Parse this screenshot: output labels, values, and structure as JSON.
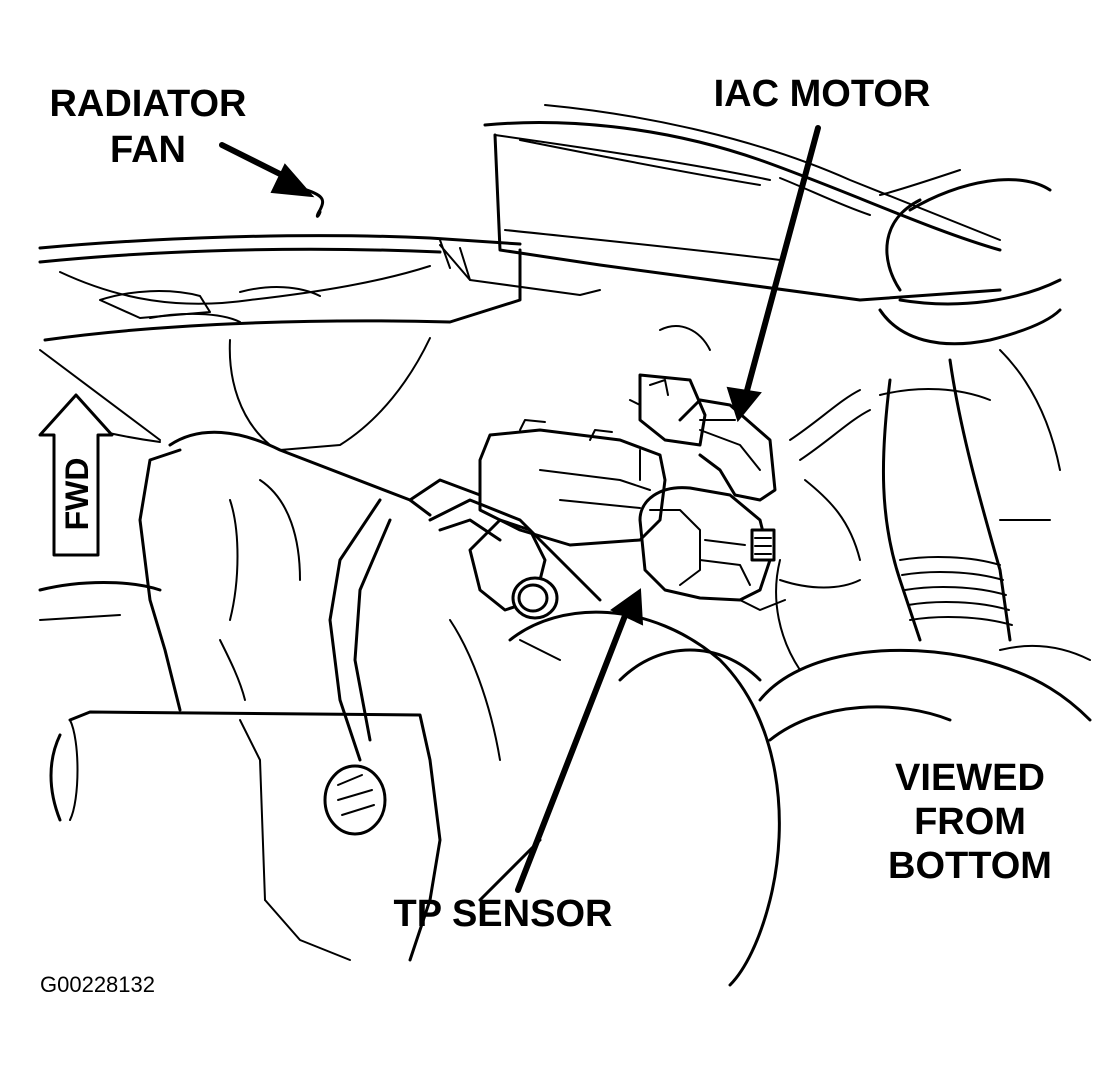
{
  "labels": {
    "radiator_fan_line1": "RADIATOR",
    "radiator_fan_line2": "FAN",
    "iac_motor": "IAC MOTOR",
    "fwd": "FWD",
    "viewed_line1": "VIEWED",
    "viewed_line2": "FROM",
    "viewed_line3": "BOTTOM",
    "tp_sensor": "TP SENSOR",
    "figure_code": "G00228132"
  }
}
